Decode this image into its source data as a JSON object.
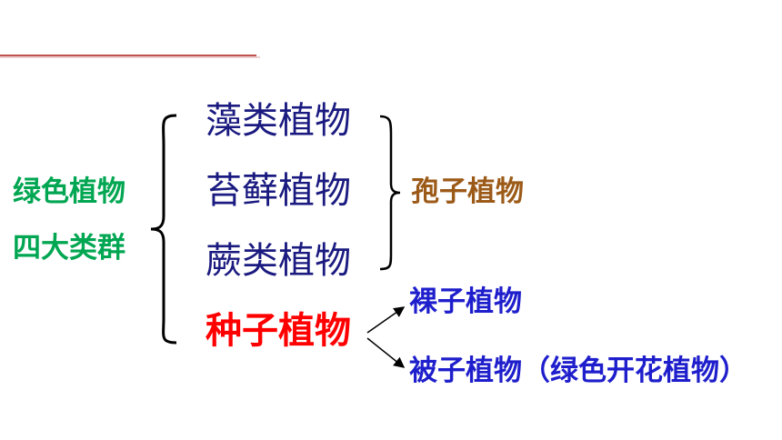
{
  "root": {
    "line1": "绿色植物",
    "line2": "四大类群",
    "color": "#00a651"
  },
  "categories": [
    {
      "label": "藻类植物",
      "color": "#1a1a80"
    },
    {
      "label": "苔藓植物",
      "color": "#1a1a80"
    },
    {
      "label": "蕨类植物",
      "color": "#1a1a80"
    },
    {
      "label": "种子植物",
      "color": "#ff0000"
    }
  ],
  "spore_group": {
    "label": "孢子植物",
    "color": "#9c5a18"
  },
  "seed_subgroups": [
    {
      "label": "裸子植物",
      "color": "#1e1ecc"
    },
    {
      "label": "被子植物（绿色开花植物）",
      "color": "#1e1ecc"
    }
  ],
  "colors": {
    "topline": "#c0504d",
    "bracket": "#000000"
  }
}
